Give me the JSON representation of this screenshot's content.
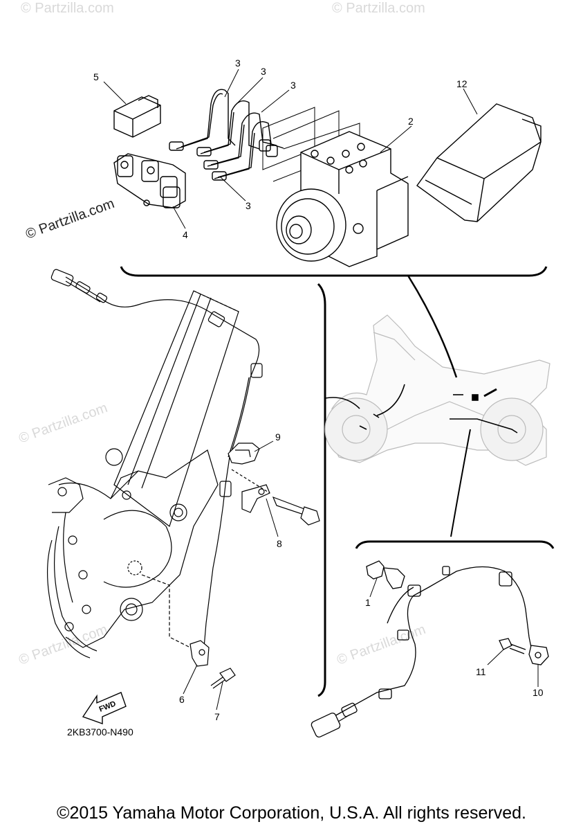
{
  "watermarks": {
    "main": "© Partzilla.com",
    "faint": "© Partzilla.com"
  },
  "callouts": {
    "c1": "1",
    "c2": "2",
    "c3a": "3",
    "c3b": "3",
    "c3c": "3",
    "c3d": "3",
    "c4": "4",
    "c5": "5",
    "c6": "6",
    "c7": "7",
    "c8": "8",
    "c9": "9",
    "c10": "10",
    "c11": "11",
    "c12": "12"
  },
  "diagram_code": "2KB3700-N490",
  "fwd_label": "FWD",
  "copyright": "©2015 Yamaha Motor Corporation, U.S.A. All rights reserved.",
  "colors": {
    "line": "#000000",
    "silhouette": "#d9d9d9",
    "watermark": "#d9d9d9"
  }
}
